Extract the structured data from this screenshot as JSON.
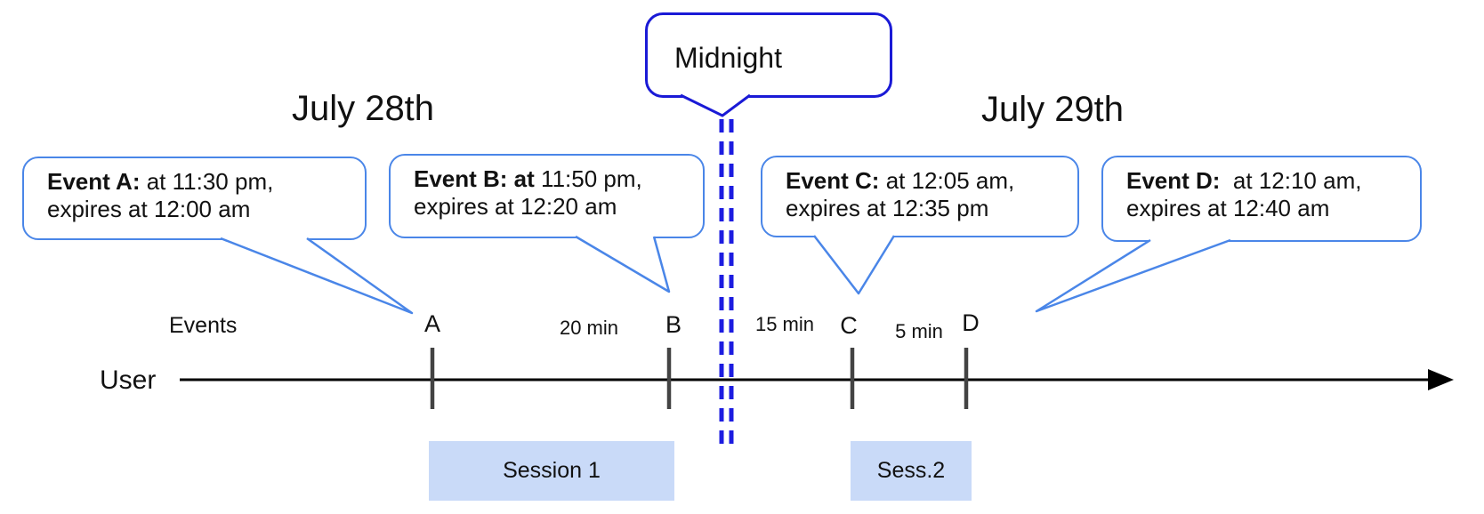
{
  "days": [
    {
      "label": "July 28th"
    },
    {
      "label": "July 29th"
    }
  ],
  "midnight": {
    "label": "Midnight"
  },
  "events": [
    {
      "id": "A",
      "bold": "Event A:",
      "rest": " at 11:30 pm,",
      "line2": "expires at 12:00 am"
    },
    {
      "id": "B",
      "bold": "Event B: at",
      "rest": " 11:50 pm,",
      "line2": "expires at 12:20 am"
    },
    {
      "id": "C",
      "bold": "Event C:",
      "rest": " at 12:05 am,",
      "line2": "expires at 12:35 pm"
    },
    {
      "id": "D",
      "bold": "Event D:",
      "rest": "  at 12:10 am,",
      "line2": "expires at 12:40 am"
    }
  ],
  "timeline": {
    "events_label": "Events",
    "user_label": "User",
    "tick_labels": [
      "A",
      "B",
      "C",
      "D"
    ]
  },
  "intervals": [
    {
      "label": "20 min"
    },
    {
      "label": "15 min"
    },
    {
      "label": "5 min"
    }
  ],
  "sessions": [
    {
      "label": "Session 1"
    },
    {
      "label": "Sess.2"
    }
  ],
  "colors": {
    "callout_border": "#4a86e8",
    "midnight_border": "#1a1ad6",
    "dashed_line": "#1c1ce0",
    "session_fill": "#c9daf8",
    "tick_color": "#434343",
    "timeline_color": "#000000",
    "text_color": "#111111"
  }
}
